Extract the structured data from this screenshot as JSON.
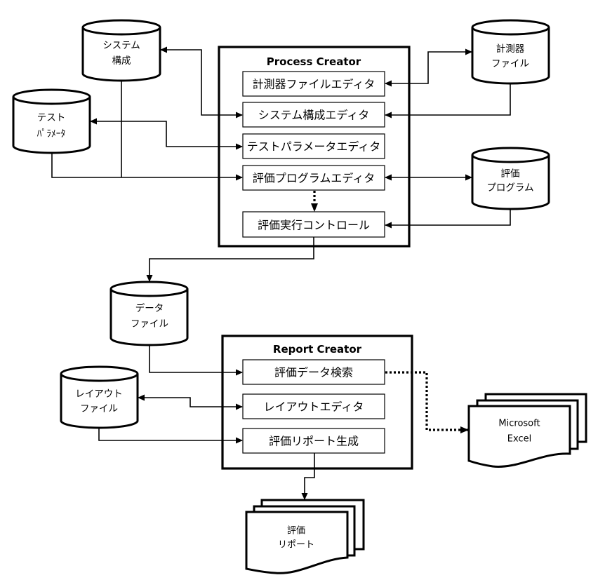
{
  "process_creator": {
    "title": "Process Creator",
    "modules": [
      "計測器ファイルエディタ",
      "システム構成エディタ",
      "テストパラメータエディタ",
      "評価プログラムエディタ",
      "評価実行コントロール"
    ]
  },
  "report_creator": {
    "title": "Report Creator",
    "modules": [
      "評価データ検索",
      "レイアウトエディタ",
      "評価リポート生成"
    ]
  },
  "data_stores": {
    "system_config": [
      "システム",
      "構成"
    ],
    "test_params": [
      "テスト",
      "ﾊﾟﾗﾒｰﾀ"
    ],
    "instrument_file": [
      "計測器",
      "ファイル"
    ],
    "eval_program": [
      "評価",
      "プログラム"
    ],
    "data_file": [
      "データ",
      "ファイル"
    ],
    "layout_file": [
      "レイアウト",
      "ファイル"
    ]
  },
  "documents": {
    "excel": [
      "Microsoft",
      "Excel"
    ],
    "report": [
      "評価",
      "リポート"
    ]
  }
}
